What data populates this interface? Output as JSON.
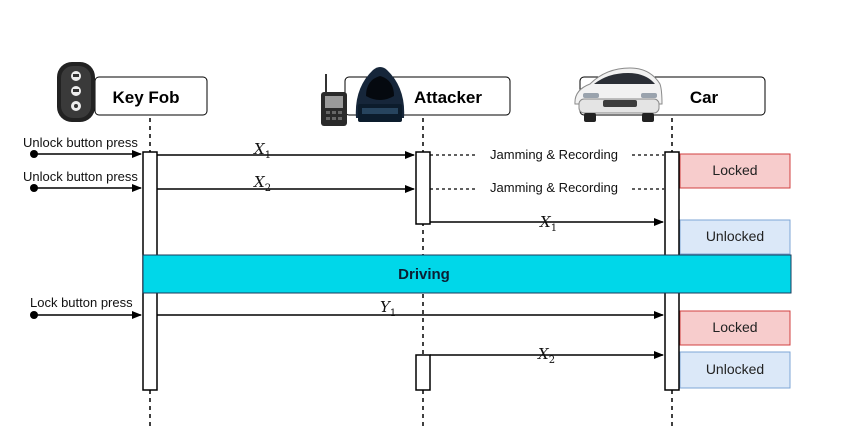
{
  "actors": {
    "key_fob": "Key Fob",
    "attacker": "Attacker",
    "car": "Car"
  },
  "messages": {
    "unlock_press_1": "Unlock button press",
    "unlock_press_2": "Unlock button press",
    "lock_press": "Lock button press",
    "jam_1": "Jamming & Recording",
    "jam_2": "Jamming & Recording",
    "x1_sym": "X",
    "x1_sub": "1",
    "x2_sym": "X",
    "x2_sub": "2",
    "x1_replay_sym": "X",
    "x1_replay_sub": "1",
    "y1_sym": "Y",
    "y1_sub": "1",
    "x2_replay_sym": "X",
    "x2_replay_sub": "2"
  },
  "states": {
    "locked_1": "Locked",
    "unlocked_1": "Unlocked",
    "locked_2": "Locked",
    "unlocked_2": "Unlocked"
  },
  "band": {
    "label": "Driving"
  },
  "colors": {
    "locked_fill": "#f7cccc",
    "locked_stroke": "#d04040",
    "unlocked_fill": "#dbe8f8",
    "unlocked_stroke": "#7ea6d6",
    "driving_fill": "#00d7e9",
    "driving_stroke": "#1b3a5a"
  },
  "icons": {
    "key_fob": "car-key-fob-icon",
    "attacker": "hooded-hacker-with-radio-icon",
    "car": "white-car-icon"
  }
}
